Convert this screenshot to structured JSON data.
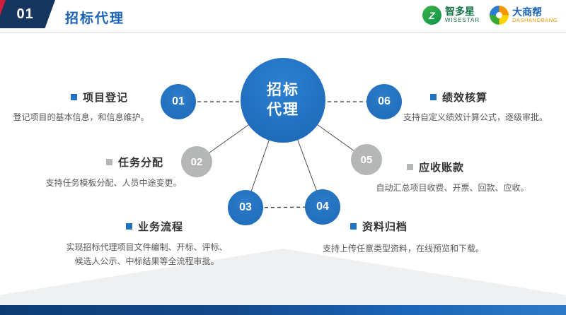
{
  "header": {
    "index": "01",
    "title": "招标代理",
    "logo_wisestar": {
      "icon_letter": "Z",
      "name": "智多星",
      "sub": "WISESTAR"
    },
    "logo_dashangbang": {
      "name": "大商帮",
      "sub": "DASHANGBANG"
    }
  },
  "center": {
    "label": "招标\n代理"
  },
  "nodes": [
    {
      "num": "01",
      "title": "项目登记",
      "desc": "登记项目的基本信息，和信息维护。"
    },
    {
      "num": "02",
      "title": "任务分配",
      "desc": "支持任务模板分配、人员中途变更。"
    },
    {
      "num": "03",
      "title": "业务流程",
      "desc": "实现招标代理项目文件编制、开标、评标、\n候选人公示、中标结果等全流程审批。"
    },
    {
      "num": "04",
      "title": "资料归档",
      "desc": "支持上传任意类型资料，在线预览和下载。"
    },
    {
      "num": "05",
      "title": "应收账款",
      "desc": "自动汇总项目收费、开票、回款、应收。"
    },
    {
      "num": "06",
      "title": "绩效核算",
      "desc": "支持自定义绩效计算公式，逐级审批。"
    }
  ],
  "colors": {
    "primary": "#1f6fc2",
    "gray": "#b5b6b6",
    "navy": "#16355f",
    "red": "#ce1f3d"
  }
}
